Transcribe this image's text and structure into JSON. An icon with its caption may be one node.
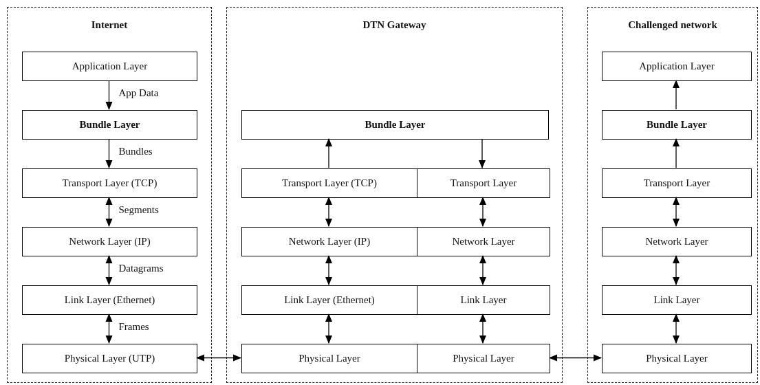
{
  "diagram": {
    "nodes": [
      {
        "text": [
          "Internet"
        ]
      },
      {
        "text": [
          "Application Layer"
        ],
        "in": 0
      },
      {
        "text": [
          "Bundle Layer"
        ],
        "in": 0
      },
      {
        "text": [
          "Transport Layer (TCP)"
        ],
        "in": 0
      },
      {
        "text": [
          "Network Layer (IP)"
        ],
        "in": 0
      },
      {
        "text": [
          "Link Layer (Ethernet)"
        ],
        "in": 0
      },
      {
        "text": [
          "Physical Layer (UTP)"
        ],
        "in": 0
      },
      {
        "text": [
          "DTN Gateway"
        ]
      },
      {
        "text": [
          "Bundle Layer"
        ],
        "in": 7
      },
      {
        "text": [
          "Transport Layer (TCP)"
        ],
        "in": 7
      },
      {
        "text": [
          "Transport Layer"
        ],
        "in": 7
      },
      {
        "text": [
          "Network Layer (IP)"
        ],
        "in": 7
      },
      {
        "text": [
          "Network Layer"
        ],
        "in": 7
      },
      {
        "text": [
          "Link Layer (Ethernet)"
        ],
        "in": 7
      },
      {
        "text": [
          "Link Layer"
        ],
        "in": 7
      },
      {
        "text": [
          "Physical Layer"
        ],
        "in": 7
      },
      {
        "text": [
          "Physical Layer"
        ],
        "in": 7
      },
      {
        "text": [
          "Challenged network"
        ]
      },
      {
        "text": [
          "Application Layer"
        ],
        "in": 17
      },
      {
        "text": [
          "Bundle Layer"
        ],
        "in": 17
      },
      {
        "text": [
          "Transport Layer"
        ],
        "in": 17
      },
      {
        "text": [
          "Network Layer"
        ],
        "in": 17
      },
      {
        "text": [
          "Link Layer"
        ],
        "in": 17
      },
      {
        "text": [
          "Physical Layer"
        ],
        "in": 17
      }
    ],
    "edges": [
      {
        "from": 1,
        "to": 2,
        "arrow": "to",
        "label": "App Data"
      },
      {
        "from": 2,
        "to": 3,
        "arrow": "to",
        "label": "Bundles"
      },
      {
        "from": 3,
        "to": 4,
        "arrow": "both",
        "label": "Segments"
      },
      {
        "from": 4,
        "to": 5,
        "arrow": "both",
        "label": "Datagrams"
      },
      {
        "from": 5,
        "to": 6,
        "arrow": "both",
        "label": "Frames"
      },
      {
        "from": 6,
        "to": 15,
        "arrow": "both"
      },
      {
        "from": 9,
        "to": 8,
        "arrow": "to"
      },
      {
        "from": 8,
        "to": 10,
        "arrow": "to"
      },
      {
        "from": 9,
        "to": 11,
        "arrow": "both"
      },
      {
        "from": 10,
        "to": 12,
        "arrow": "both"
      },
      {
        "from": 11,
        "to": 13,
        "arrow": "both"
      },
      {
        "from": 12,
        "to": 14,
        "arrow": "both"
      },
      {
        "from": 13,
        "to": 15,
        "arrow": "both"
      },
      {
        "from": 14,
        "to": 16,
        "arrow": "both"
      },
      {
        "from": 16,
        "to": 23,
        "arrow": "both"
      },
      {
        "from": 19,
        "to": 18,
        "arrow": "to"
      },
      {
        "from": 20,
        "to": 19,
        "arrow": "to"
      },
      {
        "from": 20,
        "to": 21,
        "arrow": "both"
      },
      {
        "from": 21,
        "to": 22,
        "arrow": "both"
      },
      {
        "from": 22,
        "to": 23,
        "arrow": "both"
      }
    ]
  }
}
